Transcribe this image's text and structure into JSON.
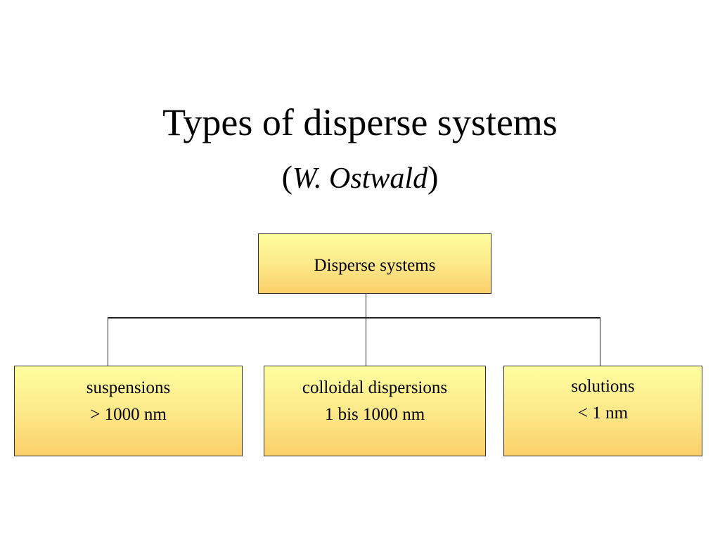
{
  "slide": {
    "title": "Types of disperse systems",
    "subtitle_open": "(",
    "subtitle_author": "W. Ostwald",
    "subtitle_close": ")"
  },
  "diagram": {
    "root": {
      "label": "Disperse systems"
    },
    "children": [
      {
        "label": "suspensions",
        "range": "> 1000 nm"
      },
      {
        "label": "colloidal dispersions",
        "range": "1 bis 1000 nm"
      },
      {
        "label": "solutions",
        "range": "< 1 nm"
      }
    ]
  }
}
